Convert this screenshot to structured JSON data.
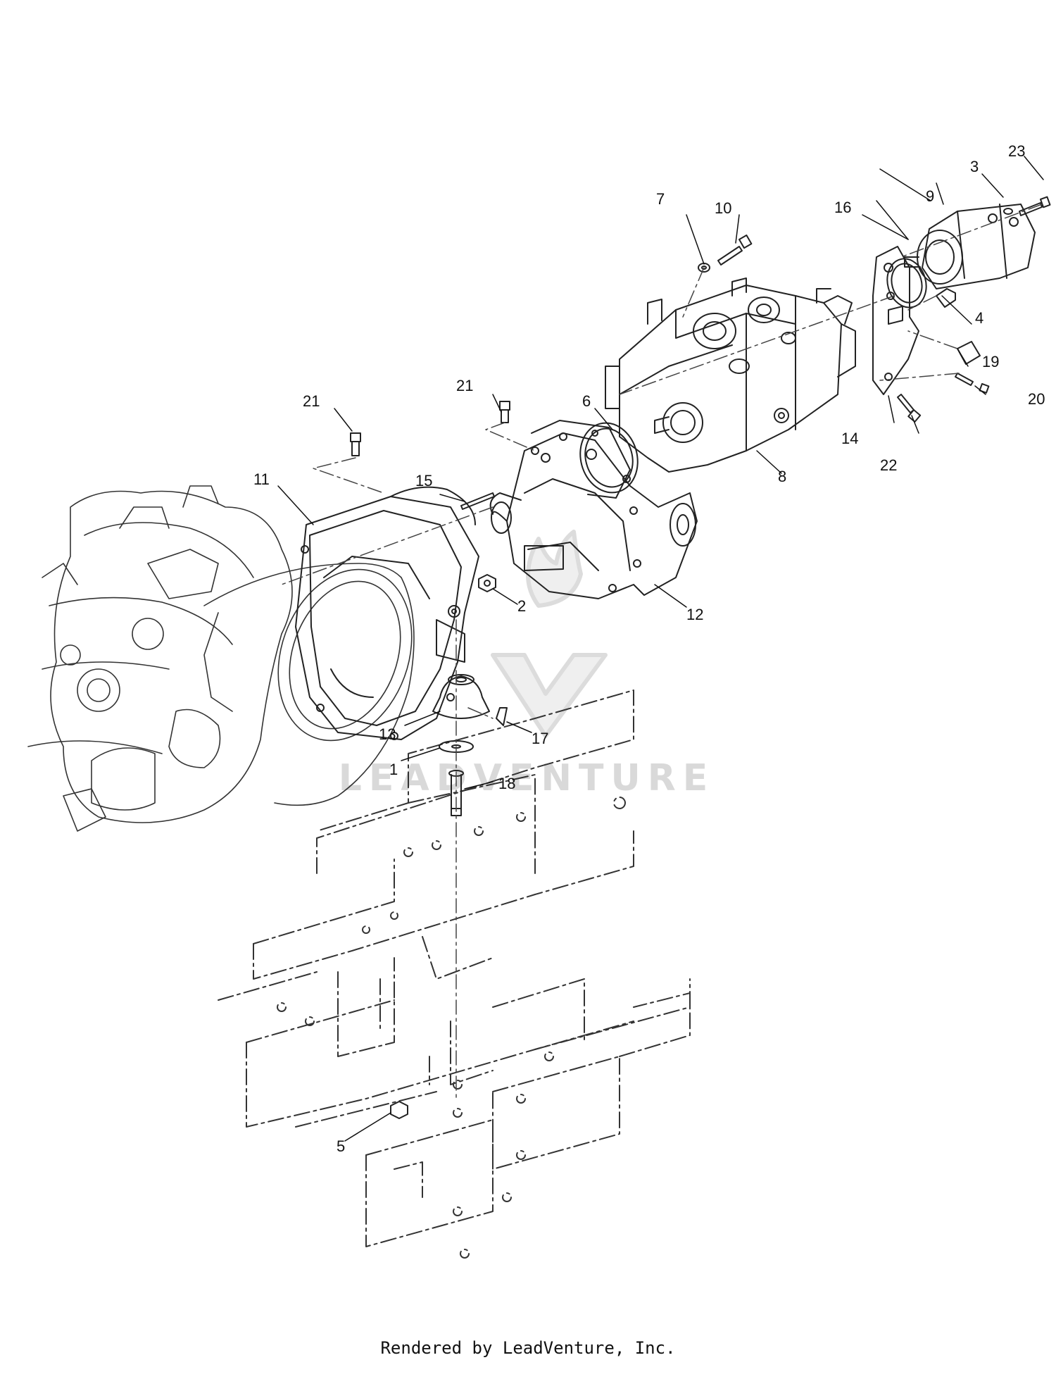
{
  "diagram": {
    "callouts": [
      {
        "id": "1",
        "label": "1"
      },
      {
        "id": "2",
        "label": "2"
      },
      {
        "id": "3",
        "label": "3"
      },
      {
        "id": "4",
        "label": "4"
      },
      {
        "id": "5",
        "label": "5"
      },
      {
        "id": "6",
        "label": "6"
      },
      {
        "id": "7",
        "label": "7"
      },
      {
        "id": "8",
        "label": "8"
      },
      {
        "id": "9",
        "label": "9"
      },
      {
        "id": "10",
        "label": "10"
      },
      {
        "id": "11",
        "label": "11"
      },
      {
        "id": "12",
        "label": "12"
      },
      {
        "id": "13",
        "label": "13"
      },
      {
        "id": "14",
        "label": "14"
      },
      {
        "id": "15",
        "label": "15"
      },
      {
        "id": "16",
        "label": "16"
      },
      {
        "id": "17",
        "label": "17"
      },
      {
        "id": "18",
        "label": "18"
      },
      {
        "id": "19",
        "label": "19"
      },
      {
        "id": "20",
        "label": "20"
      },
      {
        "id": "21a",
        "label": "21"
      },
      {
        "id": "21b",
        "label": "21"
      },
      {
        "id": "22",
        "label": "22"
      },
      {
        "id": "23",
        "label": "23"
      }
    ]
  },
  "watermark": {
    "text": "LEADVENTURE"
  },
  "footer": {
    "text": "Rendered by LeadVenture, Inc."
  },
  "colors": {
    "line": "#222222",
    "dash": "#444444",
    "watermark": "#d9d9d9"
  }
}
